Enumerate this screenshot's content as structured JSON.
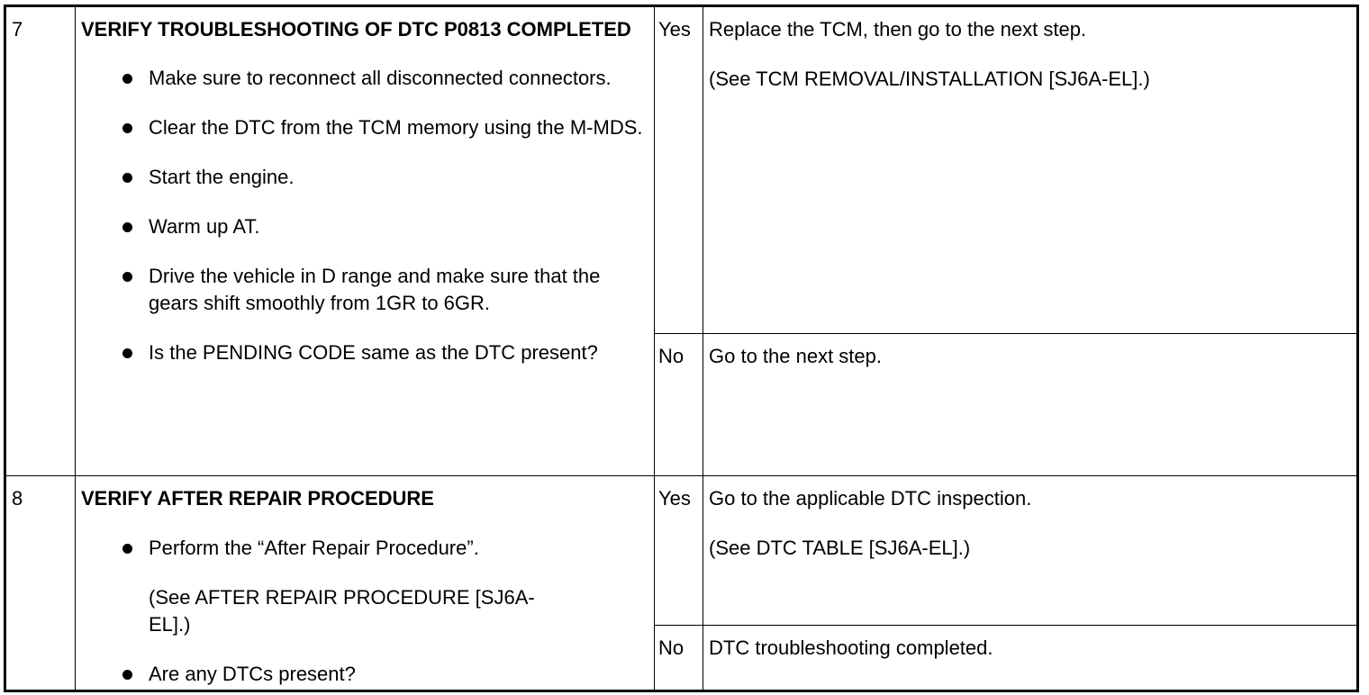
{
  "rows": [
    {
      "step": "7",
      "title": "VERIFY TROUBLESHOOTING OF DTC P0813 COMPLETED",
      "bullets": [
        "Make sure to reconnect all disconnected connectors.",
        "Clear the DTC from the TCM memory using the M-MDS.",
        "Start the engine.",
        "Warm up AT.",
        "Drive the vehicle in D range and make sure that the gears shift smoothly from 1GR to 6GR.",
        "Is the PENDING CODE same as the DTC present?"
      ],
      "yes_label": "Yes",
      "yes_action": "Replace the TCM, then go to the next step.",
      "yes_ref": "(See TCM REMOVAL/INSTALLATION [SJ6A-EL].)",
      "no_label": "No",
      "no_action": "Go to the next step."
    },
    {
      "step": "8",
      "title": "VERIFY AFTER REPAIR PROCEDURE",
      "bullet_1": "Perform the “After Repair Procedure”.",
      "bullet_1_ref": "(See AFTER REPAIR PROCEDURE [SJ6A-EL].)",
      "bullet_2": "Are any DTCs present?",
      "yes_label": "Yes",
      "yes_action": "Go to the applicable DTC inspection.",
      "yes_ref": "(See DTC TABLE [SJ6A-EL].)",
      "no_label": "No",
      "no_action": "DTC troubleshooting completed."
    }
  ]
}
